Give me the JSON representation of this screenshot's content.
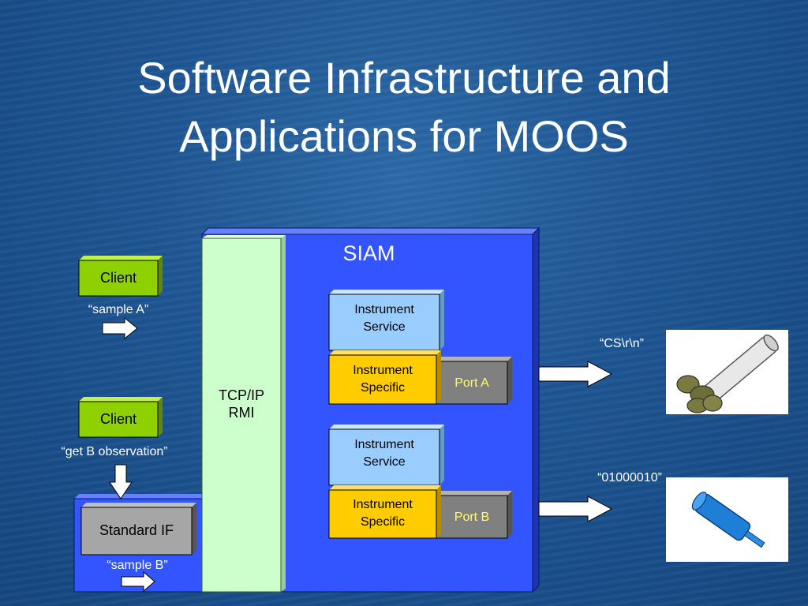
{
  "title": {
    "line1": "Software Infrastructure and",
    "line2": "Applications for MOOS"
  },
  "colors": {
    "background": "#1d5592",
    "siam_blue": "#3355ff",
    "tcp_green": "#ccffcc",
    "client_green": "#8fd100",
    "instrument_service": "#99ccff",
    "instrument_specific": "#ffcc00",
    "port_gray": "#808080"
  },
  "siam": {
    "label": "SIAM"
  },
  "tcp": {
    "line1": "TCP/IP",
    "line2": "RMI"
  },
  "clients": [
    {
      "label": "Client",
      "message": "“sample A”"
    },
    {
      "label": "Client",
      "message": "“get B observation”"
    }
  ],
  "standard_if": {
    "label": "Standard IF",
    "message": "“sample B”"
  },
  "stacks": [
    {
      "service_line1": "Instrument",
      "service_line2": "Service",
      "specific_line1": "Instrument",
      "specific_line2": "Specific",
      "port": "Port A",
      "output": "“CS\\r\\n”",
      "device_icon": "ctd-sensor-icon"
    },
    {
      "service_line1": "Instrument",
      "service_line2": "Service",
      "specific_line1": "Instrument",
      "specific_line2": "Specific",
      "port": "Port B",
      "output": "“01000010”",
      "device_icon": "cylindrical-sensor-icon"
    }
  ]
}
